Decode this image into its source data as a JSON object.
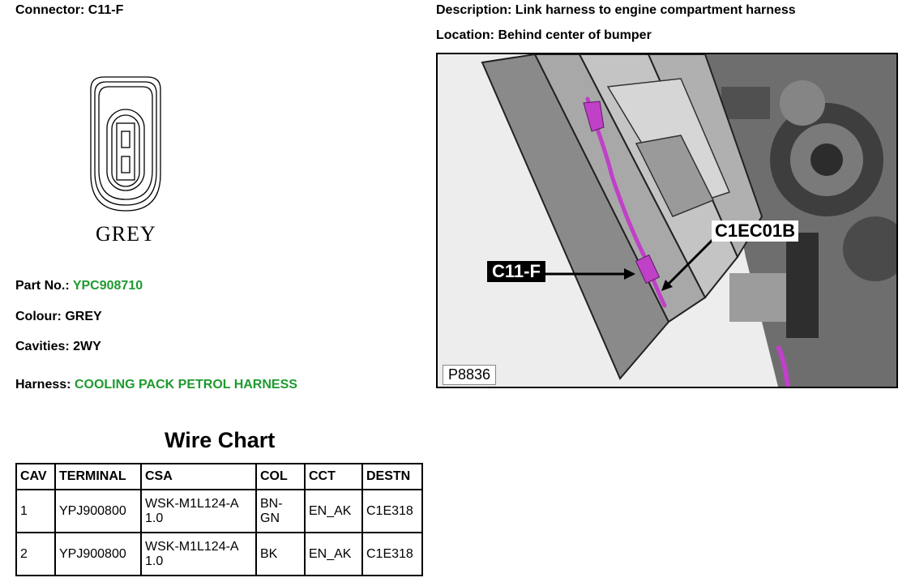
{
  "connector": {
    "label": "Connector:",
    "value": "C11-F",
    "colour_word": "GREY"
  },
  "description": {
    "label": "Description:",
    "value": "Link harness to engine compartment harness"
  },
  "location": {
    "label": "Location:",
    "value": "Behind center of bumper"
  },
  "part_no": {
    "label": "Part No.:",
    "value": "YPC908710"
  },
  "colour": {
    "label": "Colour:",
    "value": "GREY"
  },
  "cavities": {
    "label": "Cavities:",
    "value": "2WY"
  },
  "harness": {
    "label": "Harness:",
    "value": "COOLING PACK PETROL HARNESS"
  },
  "accent_color": "#1f9a2f",
  "wire_chart": {
    "title": "Wire Chart",
    "headers": [
      "CAV",
      "TERMINAL",
      "CSA",
      "COL",
      "CCT",
      "DESTN"
    ],
    "rows": [
      [
        "1",
        "YPJ900800",
        "WSK-M1L124-A 1.0",
        "BN-GN",
        "EN_AK",
        "C1E318"
      ],
      [
        "2",
        "YPJ900800",
        "WSK-M1L124-A 1.0",
        "BK",
        "EN_AK",
        "C1E318"
      ]
    ]
  },
  "photo": {
    "callout_1": "C11-F",
    "callout_2": "C1EC01B",
    "code": "P8836"
  }
}
